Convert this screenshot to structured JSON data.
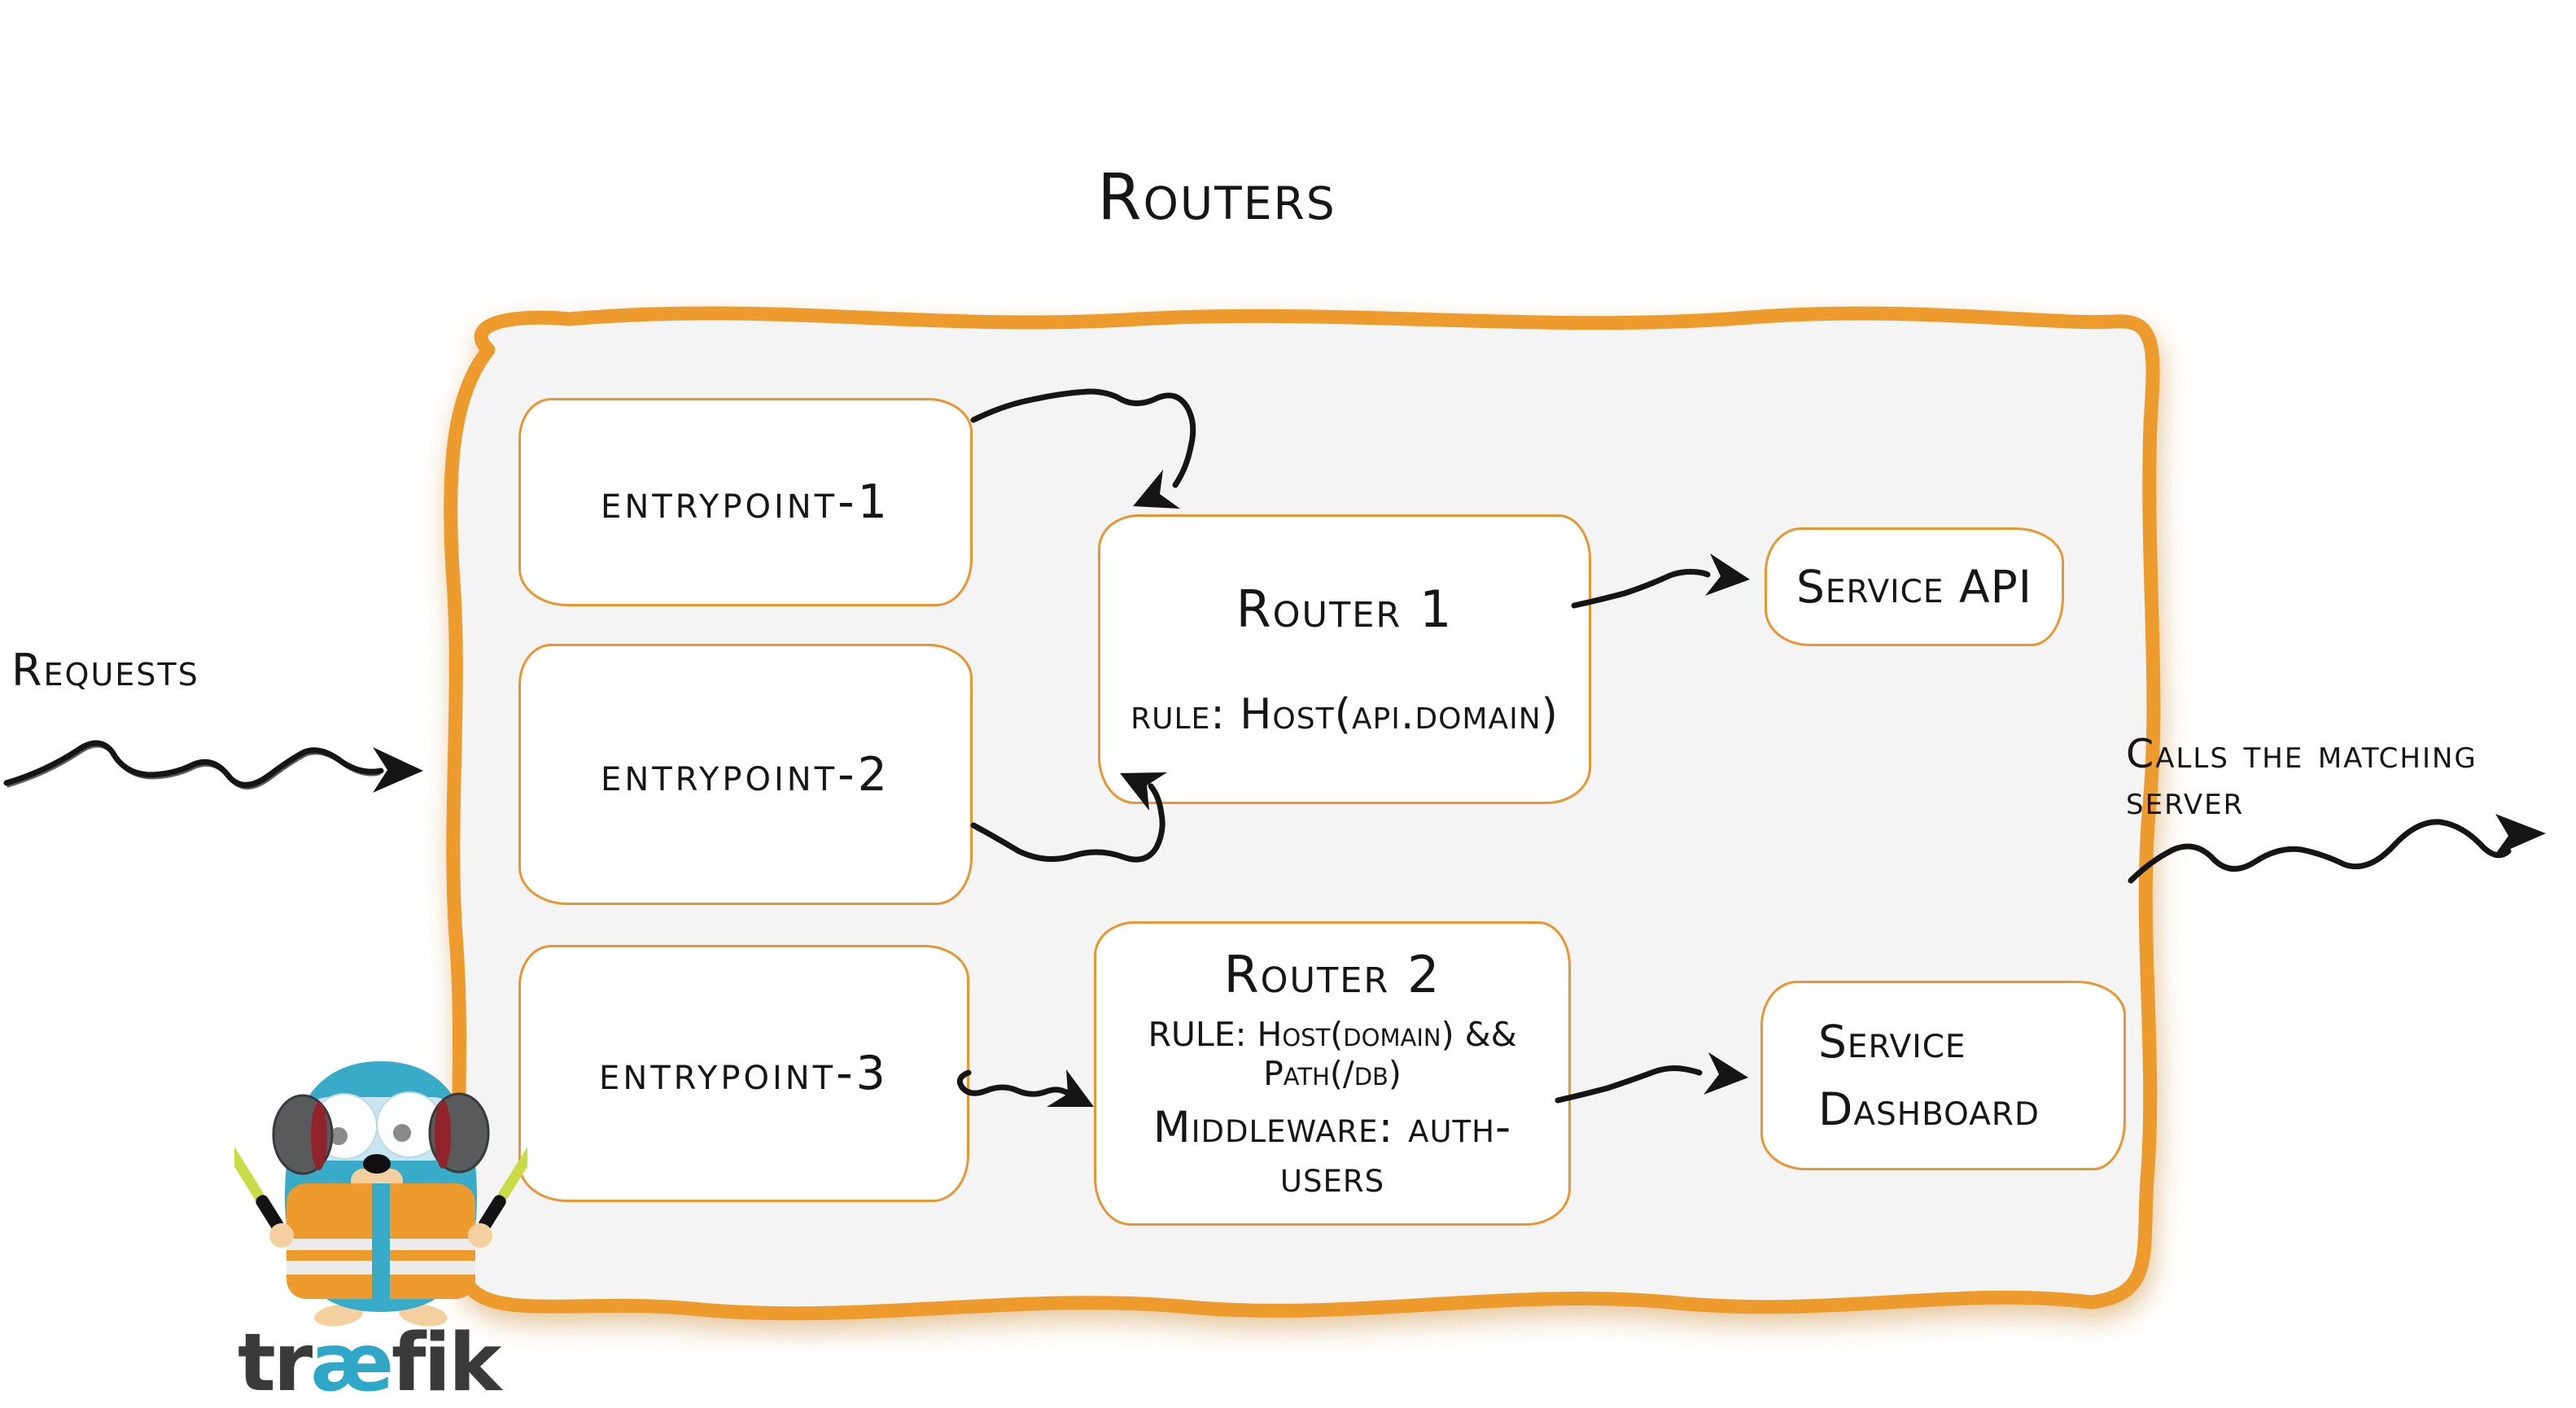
{
  "diagram": {
    "title": "Routers",
    "outside": {
      "requests_label": "Requests",
      "calls_label": "Calls the matching server"
    },
    "entrypoints": [
      {
        "label": "entrypoint-1"
      },
      {
        "label": "entrypoint-2"
      },
      {
        "label": "entrypoint-3"
      }
    ],
    "routers": [
      {
        "title": "Router 1",
        "rule": "rule: Host(api.domain)"
      },
      {
        "title": "Router 2",
        "rule": "RULE: Host(domain) && Path(/db)",
        "middleware": "Middleware: auth-users"
      }
    ],
    "services": [
      {
        "label": "Service API"
      },
      {
        "label": "Service Dashboard"
      }
    ],
    "logo": {
      "prefix": "tr",
      "ae": "æ",
      "suffix": "fik"
    },
    "colors": {
      "orange_border": "#EE9B2E",
      "box_border": "#E8962F",
      "container_fill": "#F4F4F4",
      "box_fill": "#FEFEFE",
      "text": "#161616",
      "arrow": "#151515",
      "logo_dark": "#3A3A3A",
      "logo_blue": "#2FA8C7",
      "gopher_teal": "#37ABC8",
      "vest_orange": "#EE9B2E",
      "stick_green": "#C9DC45"
    }
  }
}
